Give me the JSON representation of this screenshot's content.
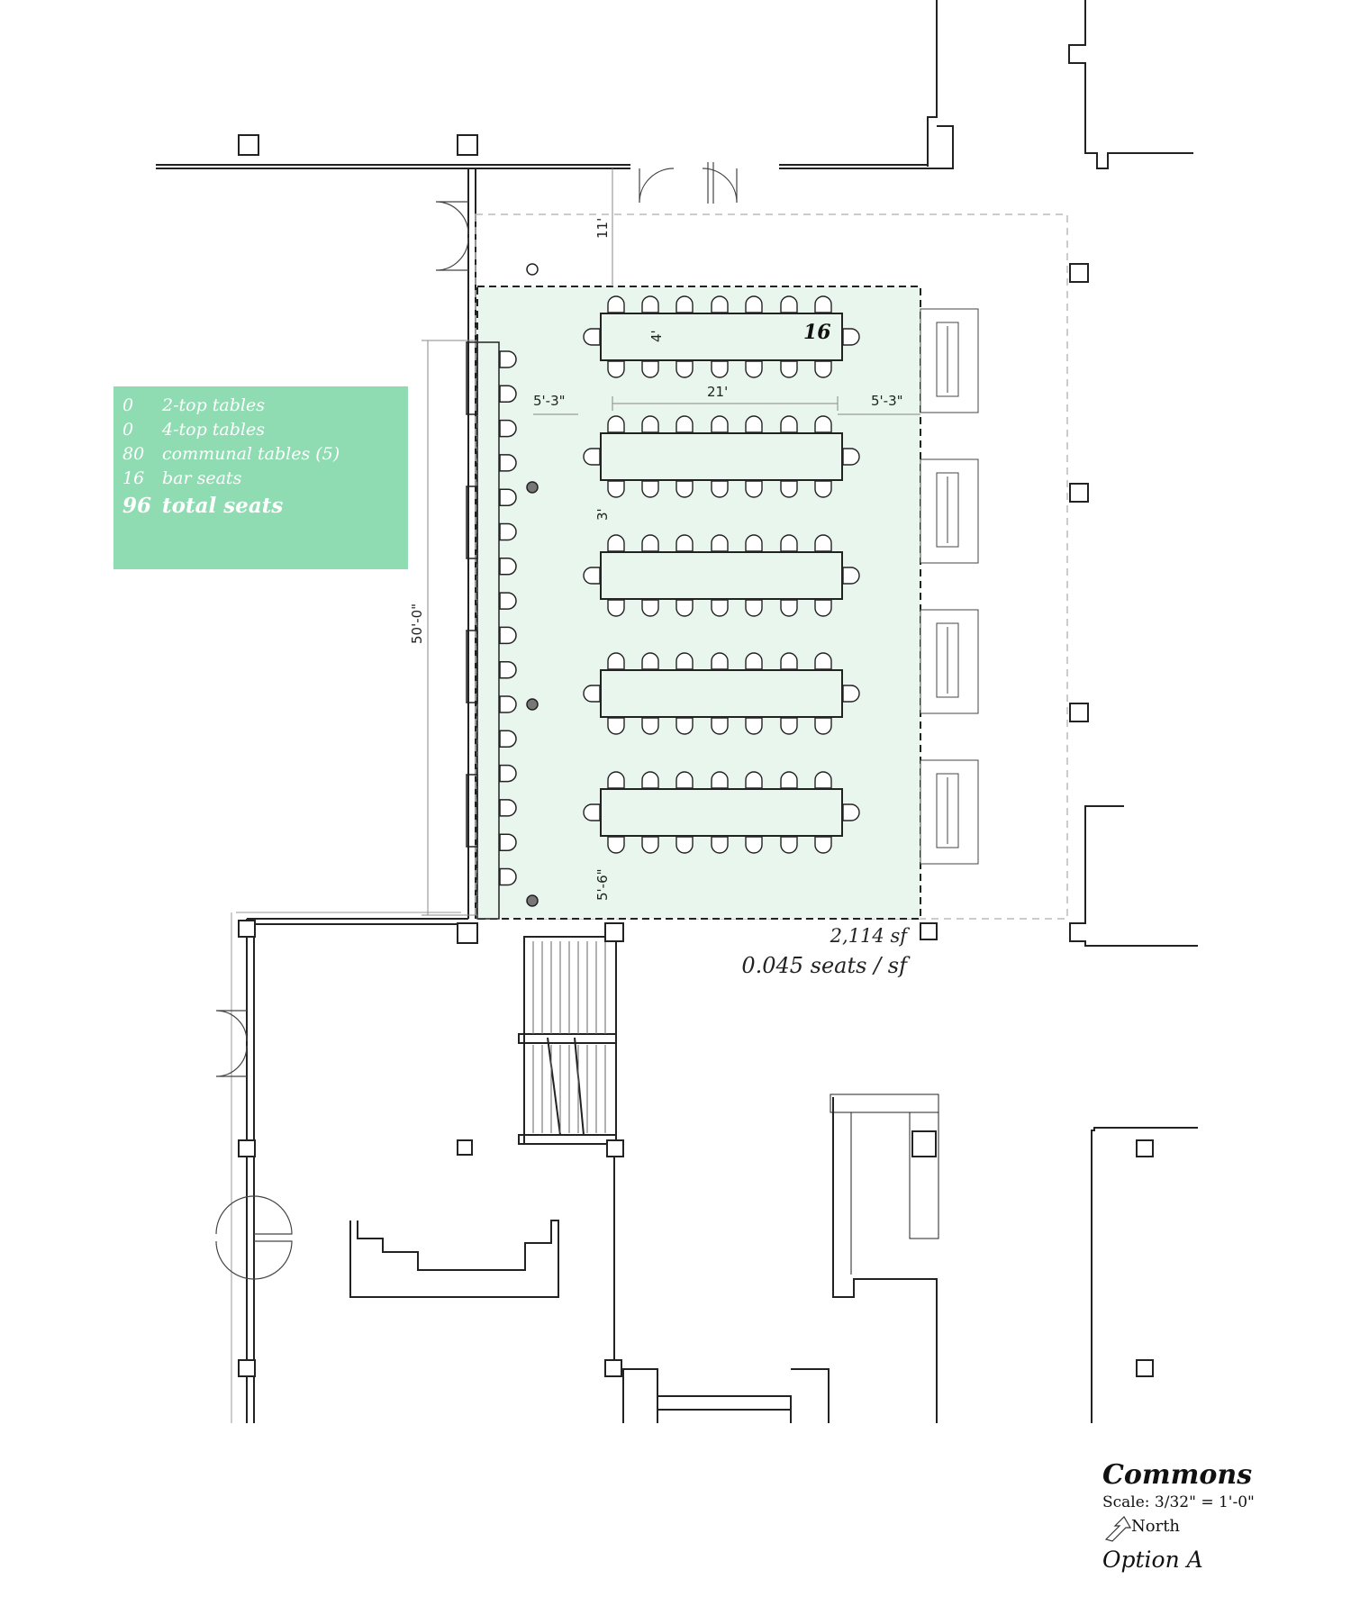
{
  "legend": {
    "rows": [
      {
        "count": "0",
        "label": "2-top tables"
      },
      {
        "count": "0",
        "label": "4-top tables"
      },
      {
        "count": "80",
        "label": "communal tables (5)"
      },
      {
        "count": "16",
        "label": "bar seats"
      }
    ],
    "total": {
      "count": "96",
      "label": "total seats"
    }
  },
  "dimensions": {
    "table_length": "21'",
    "table_width": "4'",
    "table_seat_count": "16",
    "left_clearance": "5'-3\"",
    "right_clearance": "5'-3\"",
    "table_gap": "3'",
    "bottom_clearance": "5'-6\"",
    "top_clearance": "11'",
    "room_depth": "50'-0\""
  },
  "area": {
    "square_feet": "2,114 sf",
    "density": "0.045 seats / sf"
  },
  "title_block": {
    "name": "Commons",
    "scale": "Scale: 3/32\" = 1'-0\"",
    "north_label": "North",
    "option": "Option A"
  },
  "colors": {
    "legend_fill": "#8fdcb2",
    "seating_zone_fill": "#e8f6ee",
    "line": "#222222"
  }
}
